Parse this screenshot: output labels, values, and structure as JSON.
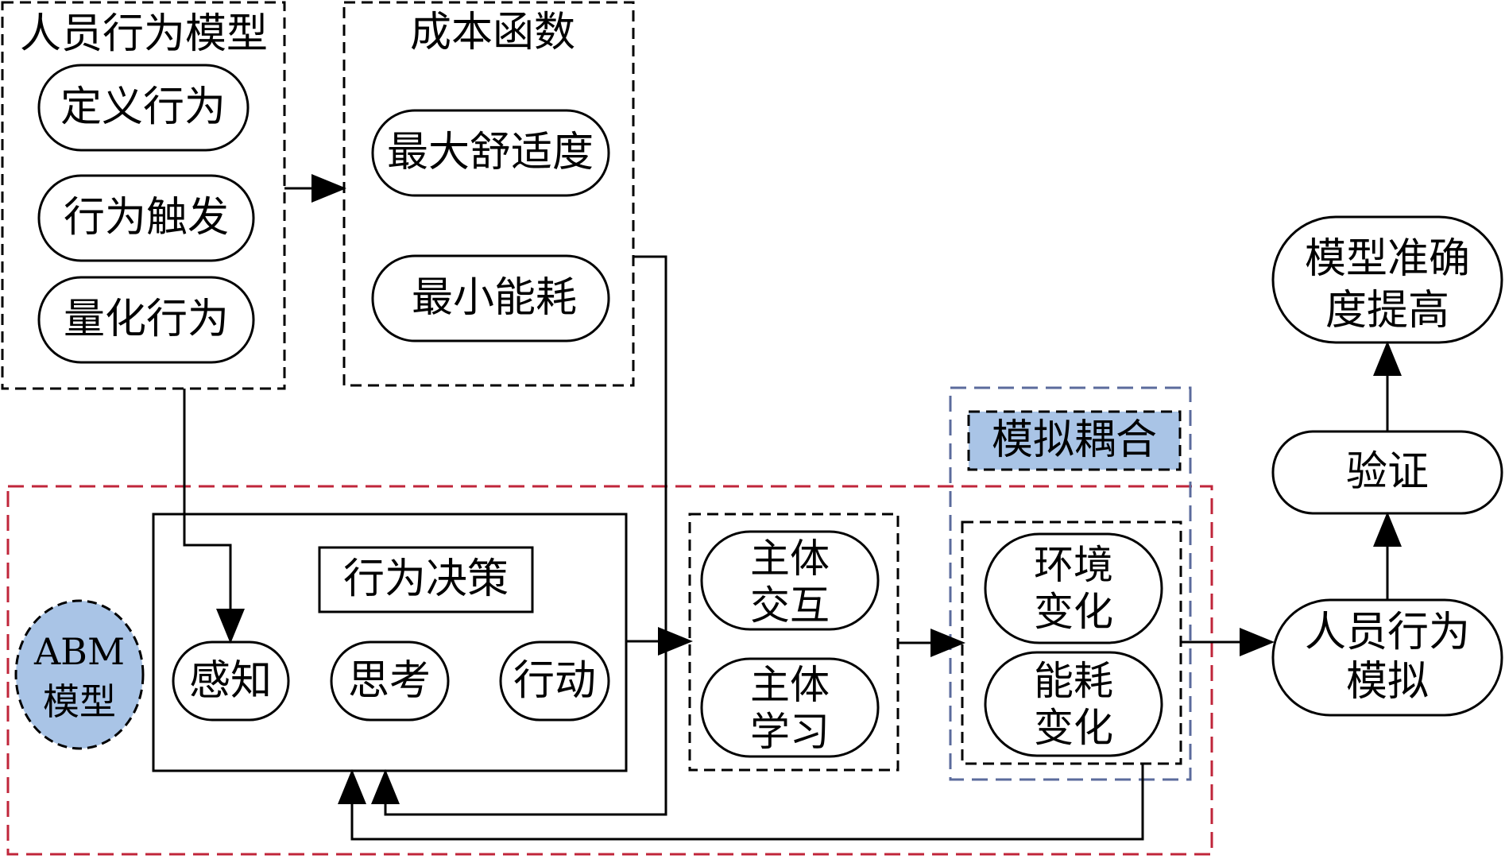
{
  "behavior_model": {
    "title": "人员行为模型",
    "items": [
      "定义行为",
      "行为触发",
      "量化行为"
    ]
  },
  "cost_function": {
    "title": "成本函数",
    "items": [
      "最大舒适度",
      "最小能耗"
    ]
  },
  "abm": {
    "label_line1": "ABM",
    "label_line2": "模型",
    "decision": {
      "title": "行为决策",
      "steps": [
        "感知",
        "思考",
        "行动"
      ]
    },
    "agent_group": {
      "items": [
        {
          "line1": "主体",
          "line2": "交互"
        },
        {
          "line1": "主体",
          "line2": "学习"
        }
      ]
    }
  },
  "coupling": {
    "title": "模拟耦合",
    "items": [
      {
        "line1": "环境",
        "line2": "变化"
      },
      {
        "line1": "能耗",
        "line2": "变化"
      }
    ]
  },
  "simulation": {
    "line1": "人员行为",
    "line2": "模拟"
  },
  "validation": {
    "label": "验证"
  },
  "accuracy": {
    "line1": "模型准确",
    "line2": "度提高"
  },
  "colors": {
    "abm_border": "#c0253a",
    "coupling_border": "#5b6b9c",
    "highlight_fill": "#a9c4e6",
    "line": "#000000"
  }
}
